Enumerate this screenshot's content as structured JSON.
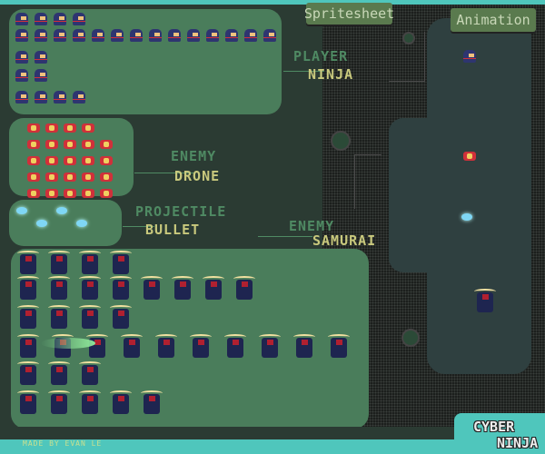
{
  "tabs": {
    "spritesheet": "Spritesheet",
    "animation": "Animation"
  },
  "labels": {
    "player": {
      "category": "PLAYER",
      "name": "NINJA"
    },
    "drone": {
      "category": "ENEMY",
      "name": "DRONE"
    },
    "bullet": {
      "category": "PROJECTILE",
      "name": "BULLET"
    },
    "samurai": {
      "category": "ENEMY",
      "name": "SAMURAI"
    }
  },
  "credit": "MADE BY EVAN LE",
  "logo": {
    "line1": "CYBER",
    "line2": "NINJA"
  },
  "colors": {
    "accent": "#4fc6bc",
    "panel": "#4a7d5b",
    "label_dim": "#4f8a63",
    "label_bright": "#c9c97d",
    "background": "#2b3b33"
  },
  "sprite_rows": {
    "ninja": [
      4,
      14,
      2,
      2,
      4
    ],
    "drone": [
      4,
      5,
      5,
      5,
      5
    ],
    "samurai": [
      4,
      8,
      4,
      10,
      3,
      5
    ]
  }
}
